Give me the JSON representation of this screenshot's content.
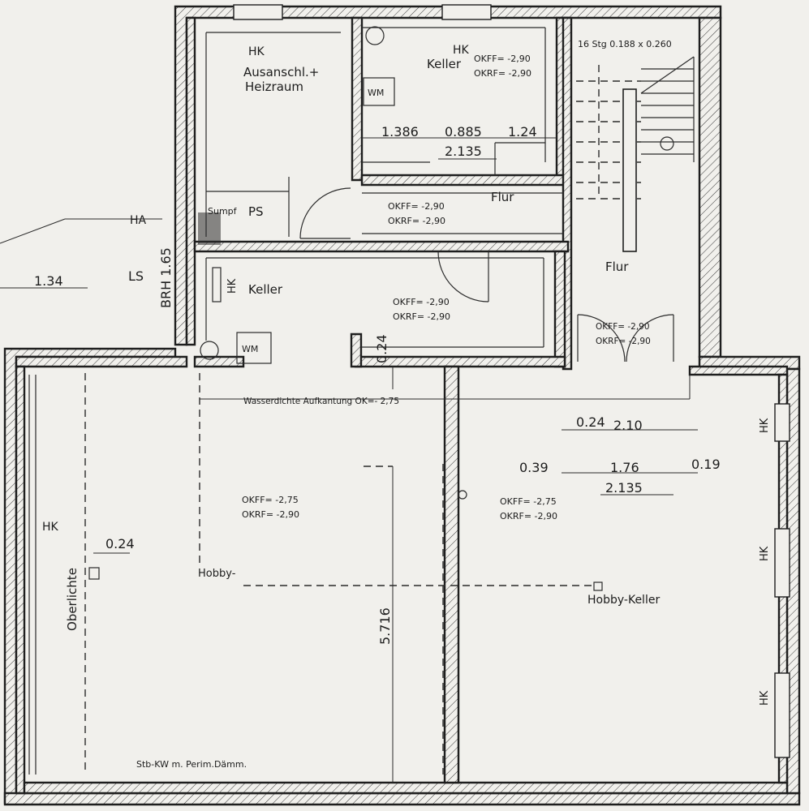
{
  "plan": {
    "stair": "16 Stg 0.188 x 0.260",
    "rooms": {
      "heizraum_hk": "HK",
      "heizraum_name_1": "Ausanschl.+",
      "heizraum_name_2": "Heizraum",
      "keller_top_hk": "HK",
      "keller_top_name": "Keller",
      "keller_top_okff": "OKFF= -2,90",
      "keller_top_okrf": "OKRF= -2,90",
      "keller_top_wm": "WM",
      "flur_mid_name": "Flur",
      "flur_mid_okff": "OKFF= -2,90",
      "flur_mid_okrf": "OKRF= -2,90",
      "sumpf": "Sumpf",
      "ps": "PS",
      "keller_mid_hk": "HK",
      "keller_mid_name": "Keller",
      "keller_mid_okff": "OKFF= -2,90",
      "keller_mid_okrf": "OKRF= -2,90",
      "keller_mid_wm": "WM",
      "flur_right_name": "Flur",
      "flur_right_okff": "OKFF= -2,90",
      "flur_right_okrf": "OKRF= -2,90",
      "hobby_left_okff": "OKFF= -2,75",
      "hobby_left_okrf": "OKRF= -2,90",
      "hobby_left_name": "Hobby-",
      "hobby_left_hk": "HK",
      "hobby_left_oberlichte": "Oberlichte",
      "hobby_right_okff": "OKFF= -2,75",
      "hobby_right_okrf": "OKRF= -2,90",
      "hobby_right_name": "Hobby-Keller",
      "hobby_right_hk_1": "HK",
      "hobby_right_hk_2": "HK",
      "hobby_right_hk_3": "HK"
    },
    "labels": {
      "ha": "HA",
      "ls": "LS",
      "brh": "BRH 1.65",
      "aufkantung": "Wasserdichte Aufkantung OK=- 2,75",
      "stb": "Stb-KW m. Perim.Dämm."
    },
    "dims": {
      "d1386": "1.386",
      "d0885": "0.885",
      "d124": "1.24",
      "d2135_top": "2.135",
      "d134": "1.34",
      "d024_mid": "0.24",
      "d024_right": "0.24",
      "d210": "2.10",
      "d039": "0.39",
      "d176": "1.76",
      "d019": "0.19",
      "d2135_right": "2.135",
      "d024_left": "0.24",
      "d5716": "5.716"
    }
  }
}
